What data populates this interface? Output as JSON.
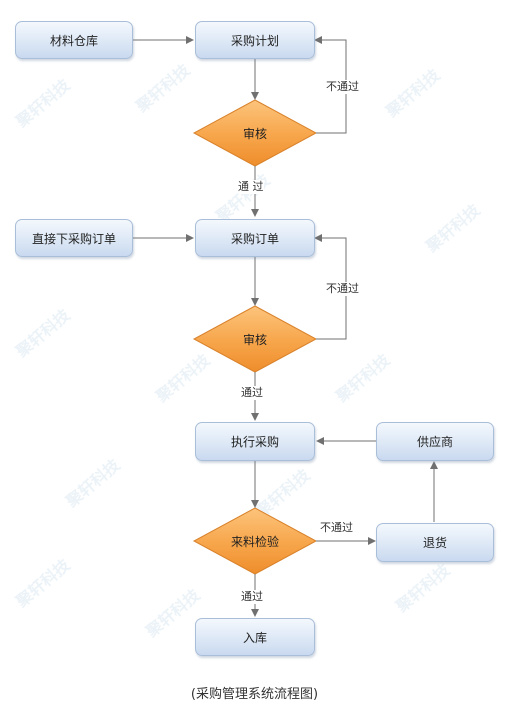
{
  "nodes": {
    "warehouse": "材料仓库",
    "purchase_plan": "采购计划",
    "review_1": "审核",
    "direct_order": "直接下采购订单",
    "purchase_order": "采购订单",
    "review_2": "审核",
    "execute_purchase": "执行采购",
    "supplier": "供应商",
    "incoming_inspection": "来料检验",
    "return_goods": "退货",
    "warehousing": "入库"
  },
  "edges": {
    "reject_1": "不通过",
    "pass_1": "通  过",
    "reject_2": "不通过",
    "pass_2": "通过",
    "reject_3": "不通过",
    "pass_3": "通过"
  },
  "caption": "(采购管理系统流程图)",
  "watermark": "聚轩科技",
  "colors": {
    "box_border": "#a9bed8",
    "diamond_fill": "#f7a54a",
    "diamond_border": "#d9822b",
    "arrow": "#707070"
  }
}
